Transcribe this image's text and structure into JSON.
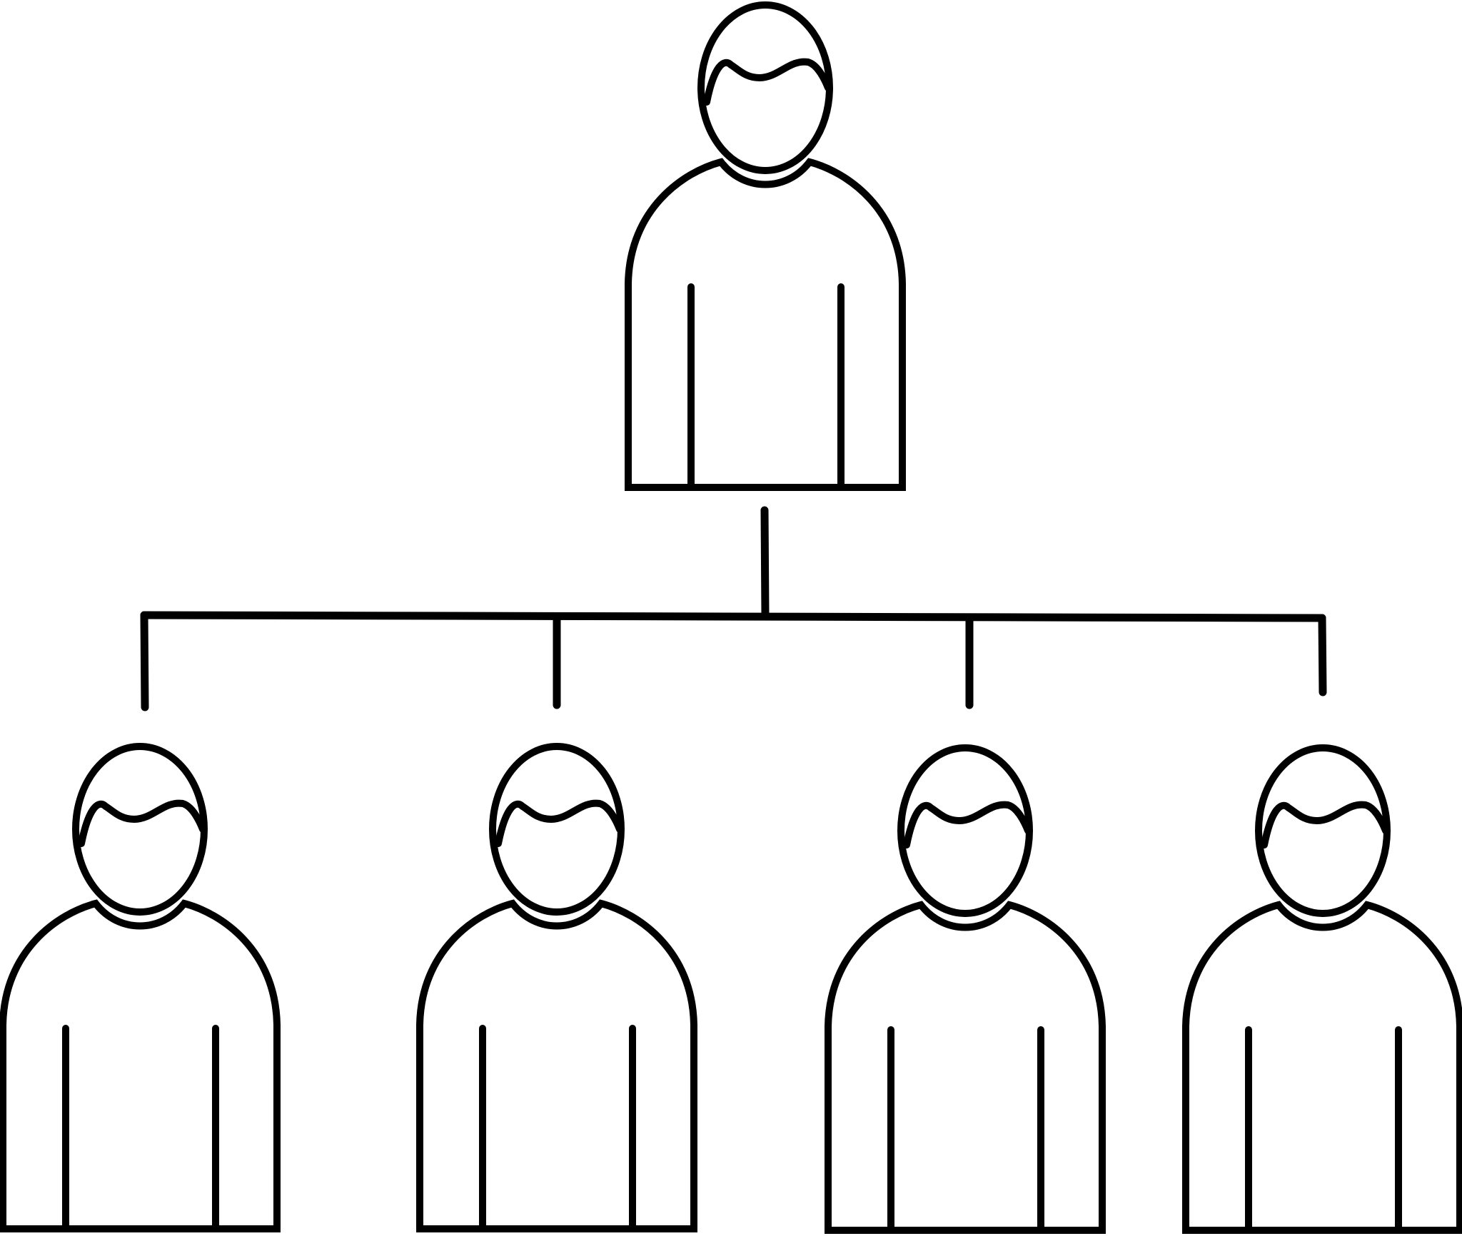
{
  "colors": {
    "stroke": "#000000",
    "background": "#ffffff"
  },
  "diagram": {
    "type": "org-chart-hierarchy",
    "root": {
      "id": "manager",
      "icon": "person-outline-icon"
    },
    "children": [
      {
        "id": "report-1",
        "icon": "person-outline-icon"
      },
      {
        "id": "report-2",
        "icon": "person-outline-icon"
      },
      {
        "id": "report-3",
        "icon": "person-outline-icon"
      },
      {
        "id": "report-4",
        "icon": "person-outline-icon"
      }
    ]
  }
}
